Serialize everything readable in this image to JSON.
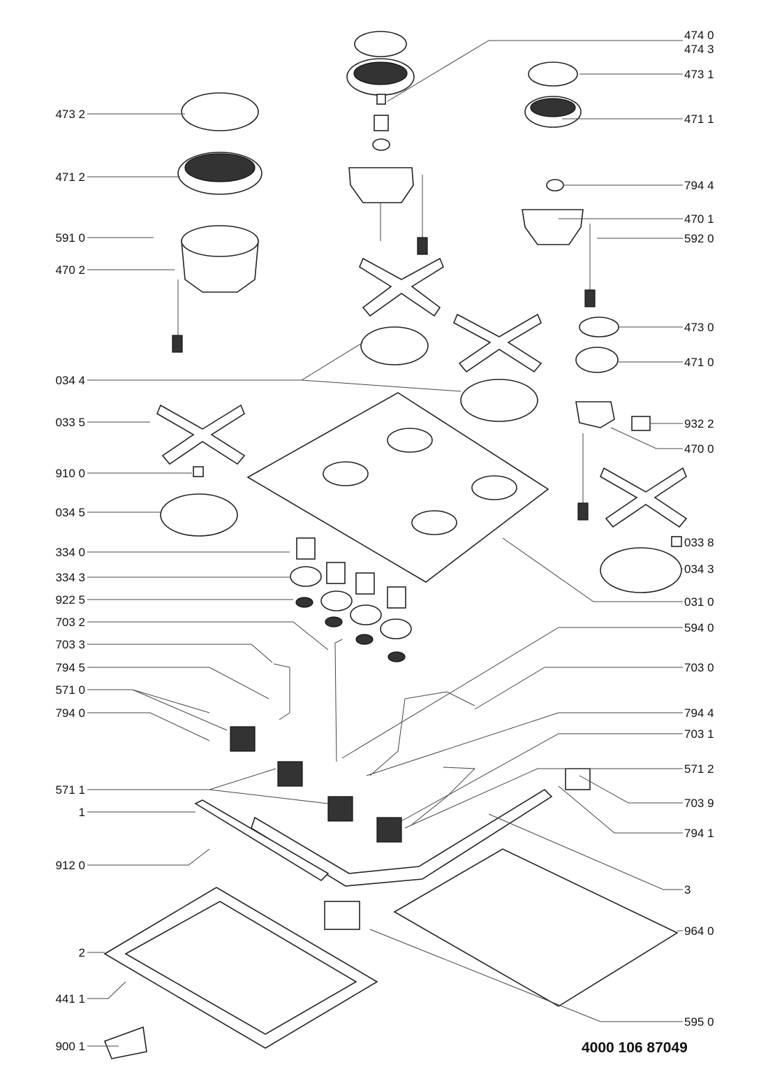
{
  "left_callouts": [
    "473 2",
    "471 2",
    "591 0",
    "470 2",
    "034 4",
    "033 5",
    "910 0",
    "034 5",
    "334 0",
    "334 3",
    "922 5",
    "703 2",
    "703 3",
    "794 5",
    "571 0",
    "794 0",
    "571 1",
    "1",
    "912 0",
    "2",
    "441 1",
    "900 1"
  ],
  "right_callouts": [
    "474 0",
    "474 3",
    "473 1",
    "471 1",
    "794 4",
    "470 1",
    "592 0",
    "473 0",
    "471 0",
    "932 2",
    "470 0",
    "033 8",
    "034 3",
    "031 0",
    "594 0",
    "703 0",
    "794 4",
    "703 1",
    "571 2",
    "703 9",
    "794 1",
    "3",
    "964 0",
    "595 0"
  ],
  "document_number": "4000 106 87049"
}
